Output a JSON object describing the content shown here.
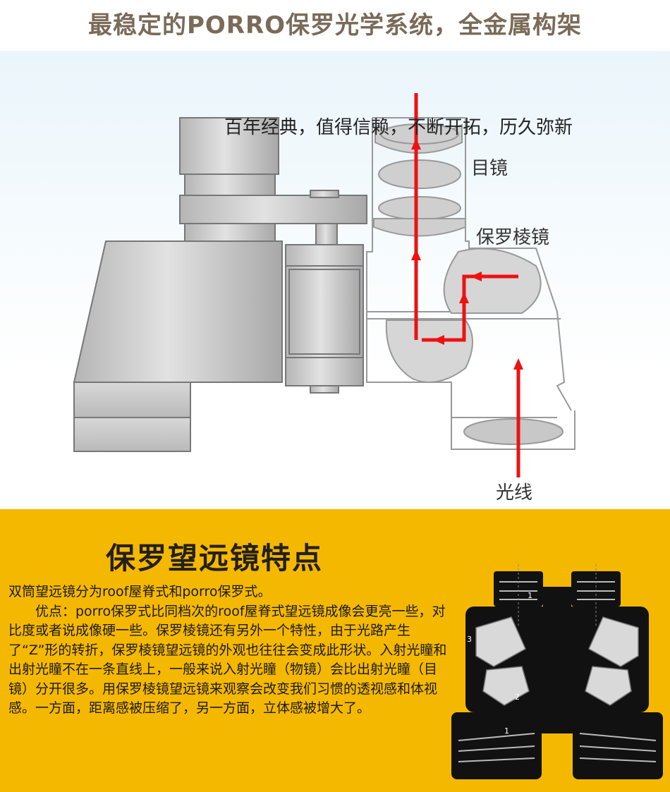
{
  "title": "最稳定的PORRO保罗光学系统，全金属构架",
  "diagram": {
    "slogan": "百年经典，值得信赖，不断开拓，历久弥新",
    "label_eyepiece": "目镜",
    "label_prism": "保罗棱镜",
    "label_light": "光线",
    "light_color": "#ee1111"
  },
  "info": {
    "heading": "保罗望远镜特点",
    "paragraph1": "双筒望远镜分为roof屋脊式和porro保罗式。",
    "paragraph2": "优点：porro保罗式比同档次的roof屋脊式望远镜成像会更亮一些，对比度或者说成像硬一些。保罗棱镜还有另外一个特性，由于光路产生了“Z”形的转折，保罗棱镜望远镜的外观也往往会变成此形状。入射光瞳和出射光瞳不在一条直线上，一般来说入射光瞳（物镜）会比出射光瞳（目镜）分开很多。用保罗棱镜望远镜来观察会改变我们习惯的透视感和体视感。一方面，距离感被压缩了，另一方面，立体感被增大了。",
    "accent_color": "#f5b800",
    "binocular_markers": [
      "1",
      "2",
      "3",
      "1"
    ]
  }
}
